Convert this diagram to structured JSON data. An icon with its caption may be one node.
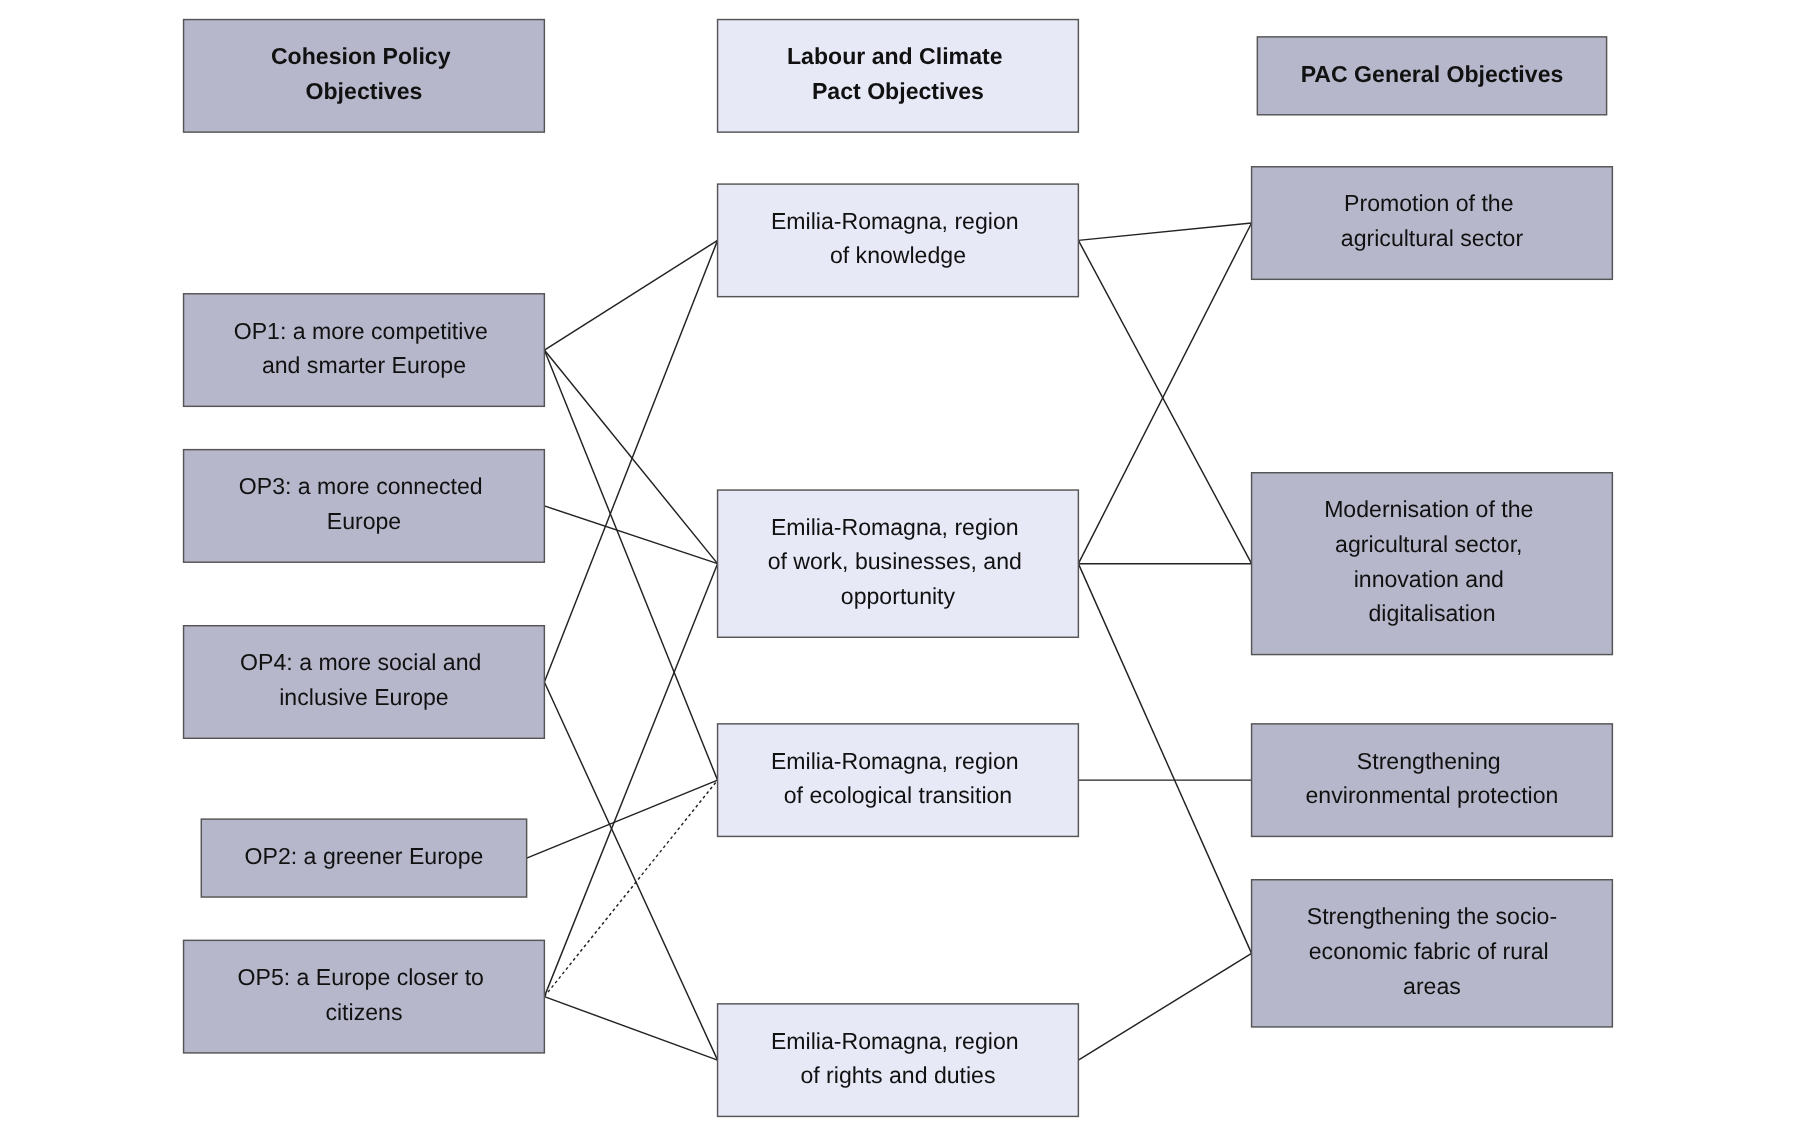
{
  "diagram": {
    "nodes": [
      {
        "text": [
          "Cohesion Policy Objectives"
        ]
      },
      {
        "text": [
          "Labour and Climate Pact Objectives"
        ]
      },
      {
        "text": [
          "PAC General Objectives"
        ]
      },
      {
        "text": [
          "OP1: a more competitive and smarter Europe"
        ]
      },
      {
        "text": [
          "OP2: a greener Europe"
        ]
      },
      {
        "text": [
          "OP3: a more connected Europe"
        ]
      },
      {
        "text": [
          "OP4: a more social and inclusive Europe"
        ]
      },
      {
        "text": [
          "OP5: a Europe closer to citizens"
        ]
      },
      {
        "text": [
          "Emilia-Romagna, region of knowledge"
        ]
      },
      {
        "text": [
          "Emilia-Romagna, region of ecological transition"
        ]
      },
      {
        "text": [
          "Emilia-Romagna, region of rights and duties"
        ]
      },
      {
        "text": [
          "Emilia-Romagna, region of work, businesses, and opportunity"
        ]
      },
      {
        "text": [
          "Promotion of the agricultural sector"
        ]
      },
      {
        "text": [
          "Strengthening environmental protection"
        ]
      },
      {
        "text": [
          "Strengthening the socio-economic fabric of rural areas"
        ]
      },
      {
        "text": [
          "Modernisation of the agricultural sector, innovation and digitalisation"
        ]
      }
    ],
    "edges": [
      {
        "from": 3,
        "to": 8,
        "arrow": "none"
      },
      {
        "from": 3,
        "to": 9,
        "arrow": "none"
      },
      {
        "from": 3,
        "to": 11,
        "arrow": "none"
      },
      {
        "from": 4,
        "to": 9,
        "arrow": "none"
      },
      {
        "from": 5,
        "to": 11,
        "arrow": "none"
      },
      {
        "from": 6,
        "to": 8,
        "arrow": "none"
      },
      {
        "from": 6,
        "to": 10,
        "arrow": "none"
      },
      {
        "from": 7,
        "to": 9,
        "arrow": "none",
        "style": "dashed"
      },
      {
        "from": 7,
        "to": 10,
        "arrow": "none"
      },
      {
        "from": 7,
        "to": 11,
        "arrow": "none"
      },
      {
        "from": 8,
        "to": 12,
        "arrow": "none"
      },
      {
        "from": 8,
        "to": 15,
        "arrow": "none"
      },
      {
        "from": 9,
        "to": 13,
        "arrow": "none"
      },
      {
        "from": 10,
        "to": 14,
        "arrow": "none"
      },
      {
        "from": 11,
        "to": 12,
        "arrow": "none"
      },
      {
        "from": 11,
        "to": 14,
        "arrow": "none"
      },
      {
        "from": 11,
        "to": 15,
        "arrow": "none"
      }
    ]
  }
}
